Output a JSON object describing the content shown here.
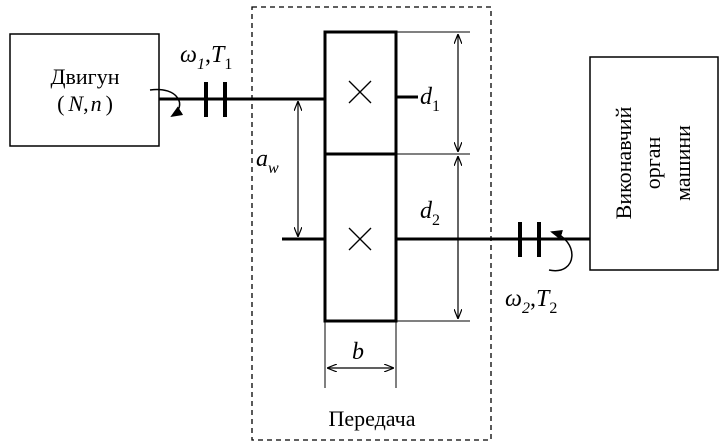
{
  "motor": {
    "title": "Двигун",
    "params_open": "(",
    "param_n_big": "N",
    "params_comma": ",",
    "param_n_small": "n",
    "params_close": ")"
  },
  "input_shaft": {
    "omega": "ω",
    "omega_sub": "1",
    "sep": ",",
    "torque": "T",
    "torque_sub": "1"
  },
  "output_shaft": {
    "omega": "ω",
    "omega_sub": "2",
    "sep": ",",
    "torque": "T",
    "torque_sub": "2"
  },
  "transmission": {
    "label": "Передача"
  },
  "dimensions": {
    "d1": "d",
    "d1_sub": "1",
    "d2": "d",
    "d2_sub": "2",
    "aw": "a",
    "aw_sub": "w",
    "b": "b"
  },
  "machine": {
    "line1": "Виконавчий",
    "line2": "орган",
    "line3": "машини"
  }
}
